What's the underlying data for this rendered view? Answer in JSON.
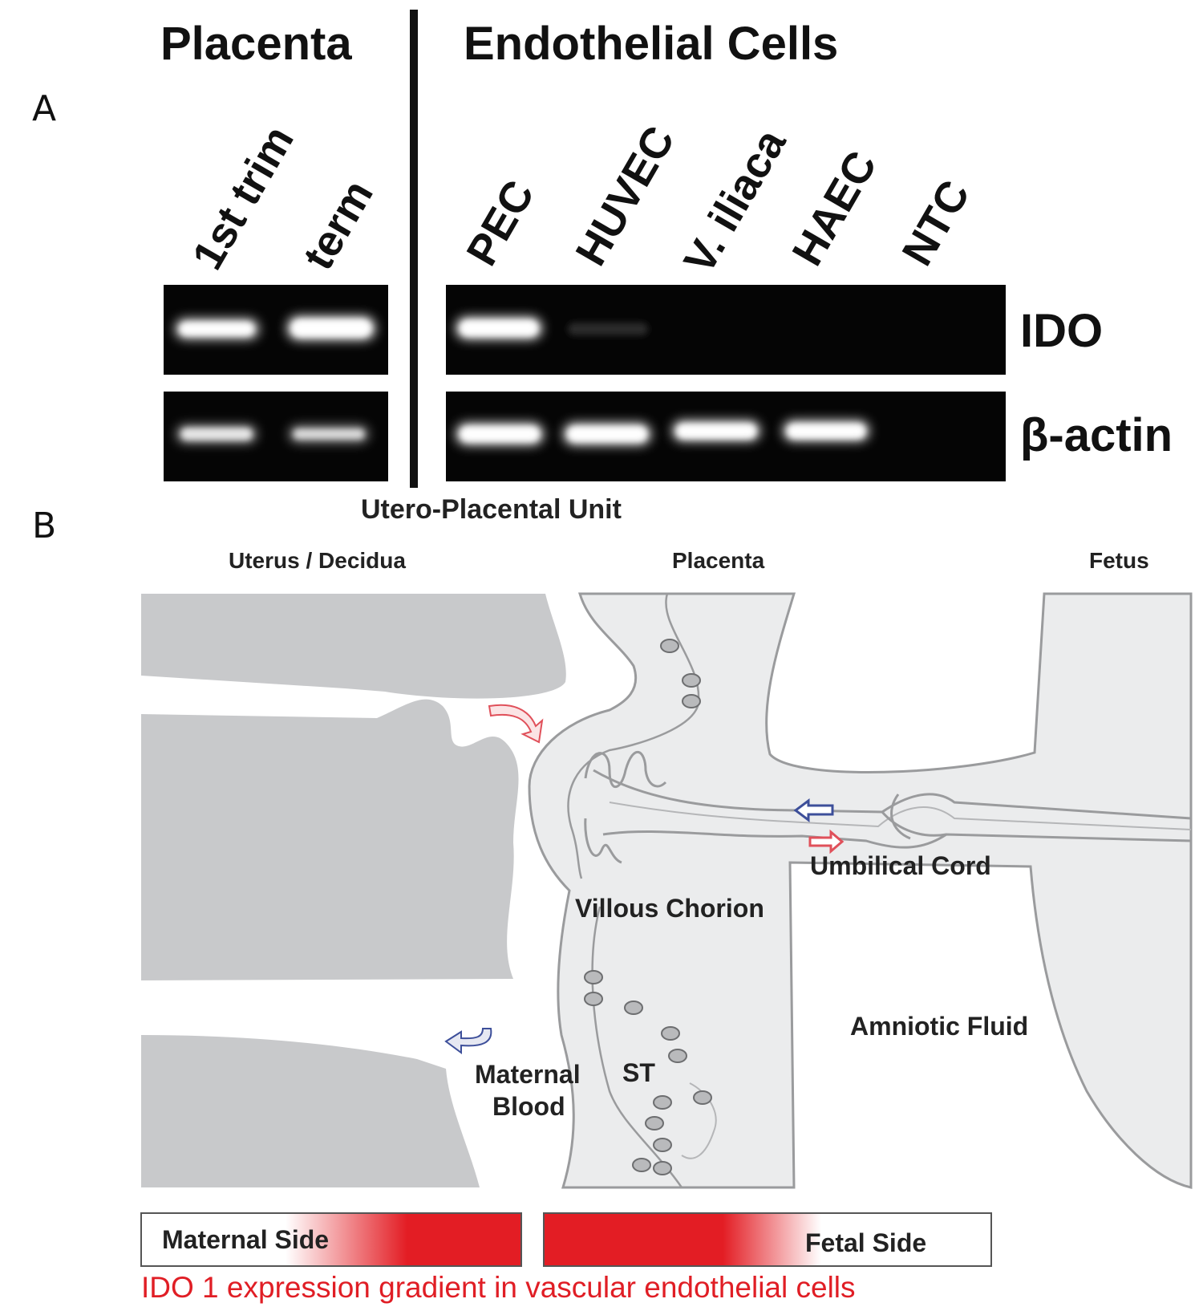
{
  "panel_a": {
    "letter": "A",
    "header_placenta": "Placenta",
    "header_endothelial": "Endothelial Cells",
    "lanes_placenta": [
      "1st trim",
      "term"
    ],
    "lanes_endothelial": [
      "PEC",
      "HUVEC",
      "V. iliaca",
      "HAEC",
      "NTC"
    ],
    "gene_ido": "IDO",
    "gene_actin": "β-actin"
  },
  "panel_b": {
    "letter": "B",
    "title": "Utero-Placental Unit",
    "region_uterus": "Uterus / Decidua",
    "region_placenta": "Placenta",
    "region_fetus": "Fetus",
    "label_umbilical": "Umbilical Cord",
    "label_villous": "Villous Chorion",
    "label_amniotic": "Amniotic Fluid",
    "label_maternal_1": "Maternal",
    "label_maternal_2": "Blood",
    "label_st": "ST",
    "gradient_maternal": "Maternal Side",
    "gradient_fetal": "Fetal  Side",
    "caption": "IDO 1 expression gradient in vascular endothelial cells",
    "colors": {
      "gradient_red": "#e31d24",
      "tissue_gray": "#c8c9cb",
      "placenta_fill": "#eceded",
      "artery_arrow": "#e0505a",
      "vein_arrow": "#3d4f9a"
    }
  }
}
